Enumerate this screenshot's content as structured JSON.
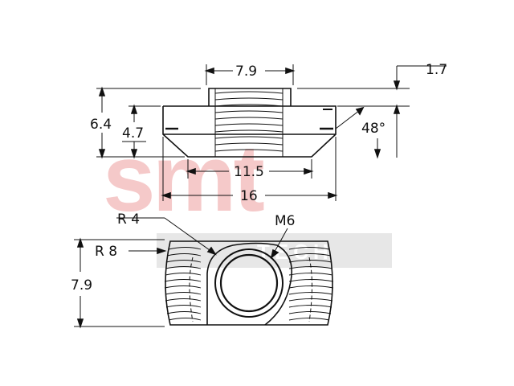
{
  "drawing": {
    "dimensions": {
      "top_width": "7.9",
      "step_height": "1.7",
      "total_height": "6.4",
      "body_height": "4.7",
      "angle": "48°",
      "bottom_width": "11.5",
      "full_width": "16",
      "inner_radius": "R 4",
      "outer_radius": "R 8",
      "thread": "M6",
      "bottom_height": "7.9"
    },
    "watermark": {
      "logo_text": "smt",
      "band_text": "TECH"
    },
    "colors": {
      "line": "#111111",
      "watermark": "#f2b8b8",
      "band": "#e3e3e3"
    }
  }
}
